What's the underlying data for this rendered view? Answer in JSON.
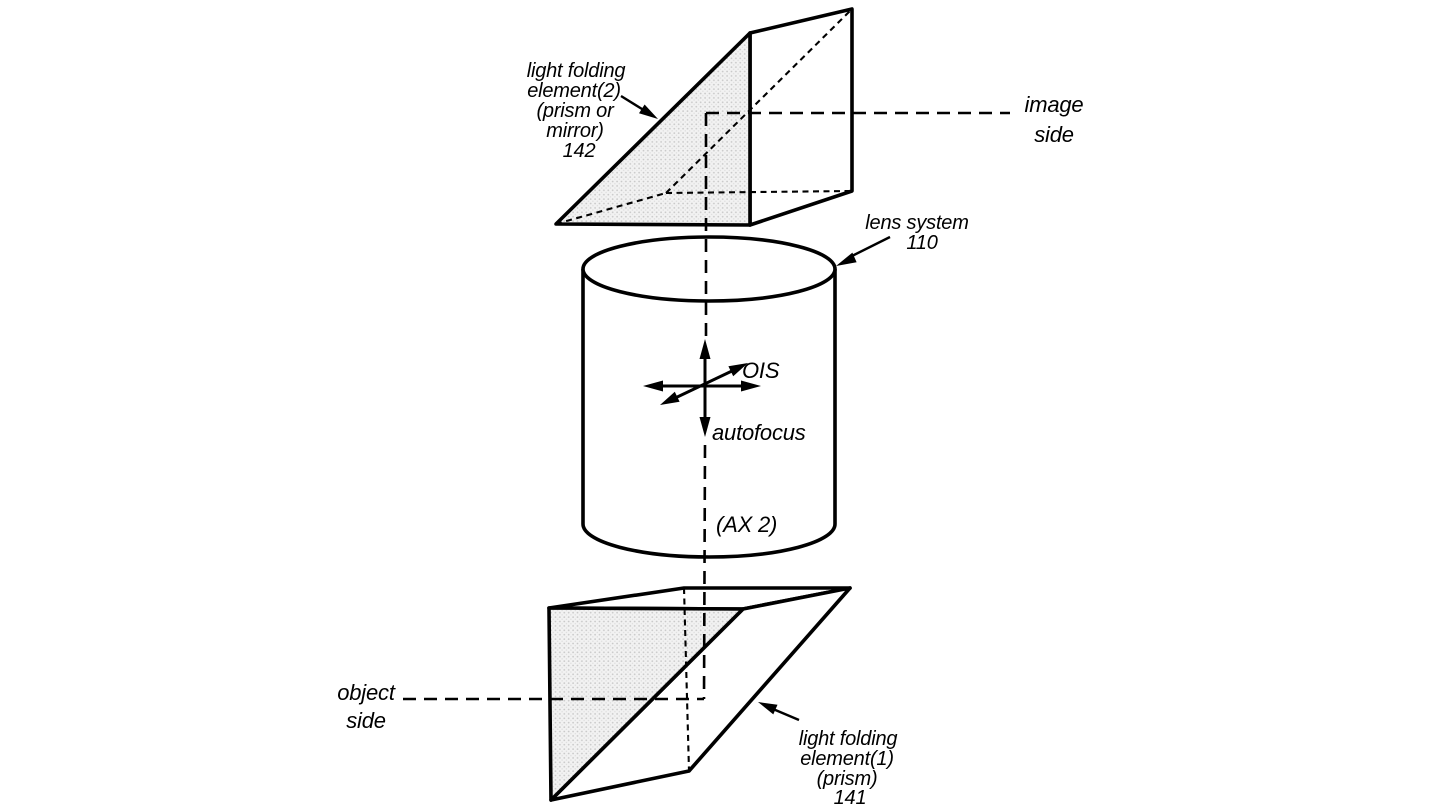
{
  "figure": {
    "type": "patent-optics-diagram",
    "background_color": "#ffffff",
    "line_color": "#000000",
    "shade_tone": "#ececec",
    "labels": {
      "top_prism": {
        "line1": "light folding",
        "line2": "element(2)",
        "line3": "(prism or",
        "line4": "mirror)",
        "ref": "142"
      },
      "lens_system": {
        "line1": "lens system",
        "ref": "110"
      },
      "image_side": {
        "line1": "image",
        "line2": "side"
      },
      "object_side": {
        "line1": "object",
        "line2": "side"
      },
      "bottom_prism": {
        "line1": "light folding",
        "line2": "element(1)",
        "line3": "(prism)",
        "ref": "141"
      },
      "ois": "OIS",
      "autofocus": "autofocus",
      "optical_axis": "(AX 2)"
    }
  }
}
